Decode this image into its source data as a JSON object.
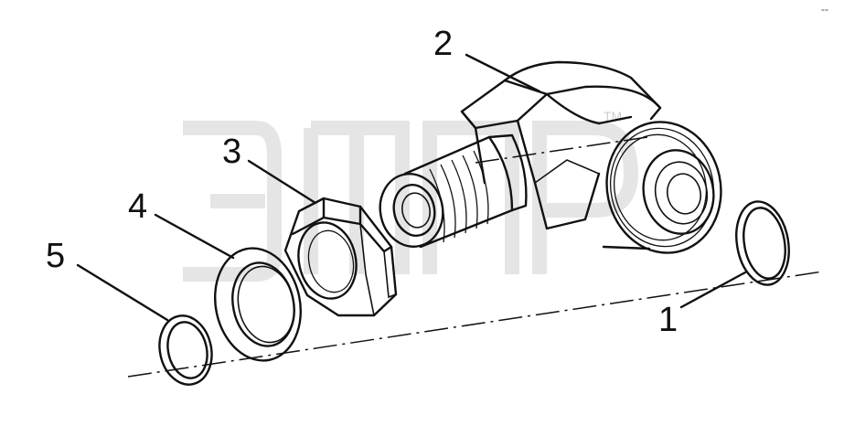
{
  "diagram": {
    "parts": [
      {
        "id": "ring-1",
        "label": "1"
      },
      {
        "id": "elbow-2",
        "label": "2"
      },
      {
        "id": "nut-3",
        "label": "3"
      },
      {
        "id": "washer-4",
        "label": "4"
      },
      {
        "id": "ring-5",
        "label": "5"
      }
    ],
    "watermark_mark": "TM",
    "corner_mark": "--",
    "colors": {
      "ink": "#111111",
      "watermark": "#d0d0d0",
      "background": "#ffffff"
    }
  }
}
